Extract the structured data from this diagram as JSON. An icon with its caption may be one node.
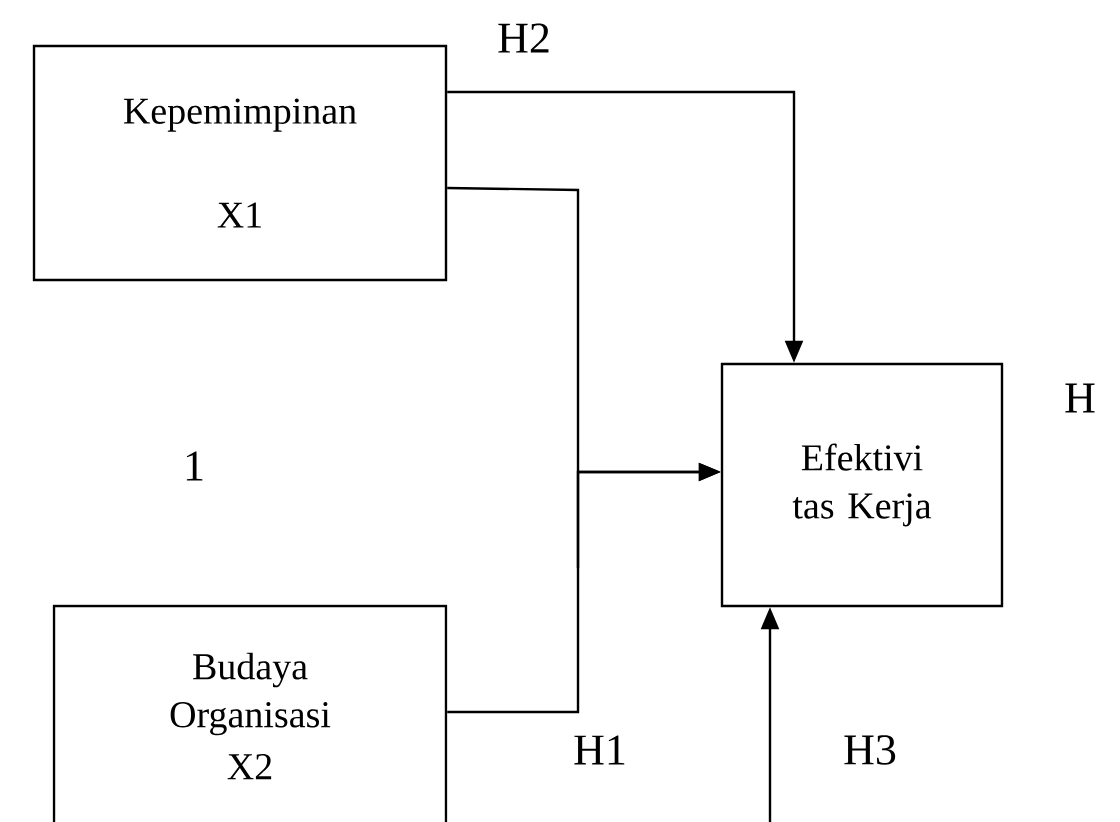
{
  "diagram": {
    "nodes": [
      {
        "text": [
          "Kepemimpinan",
          "X1"
        ]
      },
      {
        "text": [
          "Budaya Organisasi",
          "X2"
        ]
      },
      {
        "text": [
          "Efektivi tas Kerja"
        ]
      }
    ],
    "edges": [
      {
        "from": 0,
        "to": 2,
        "arrow": "to"
      },
      {
        "from": 0,
        "to": 2,
        "arrow": "to"
      },
      {
        "from": 1,
        "to": 2,
        "arrow": "to"
      },
      {
        "from": null,
        "to": 2,
        "arrow": "to"
      }
    ],
    "labels": [
      "H2",
      "H",
      "1",
      "H1",
      "H3"
    ]
  }
}
